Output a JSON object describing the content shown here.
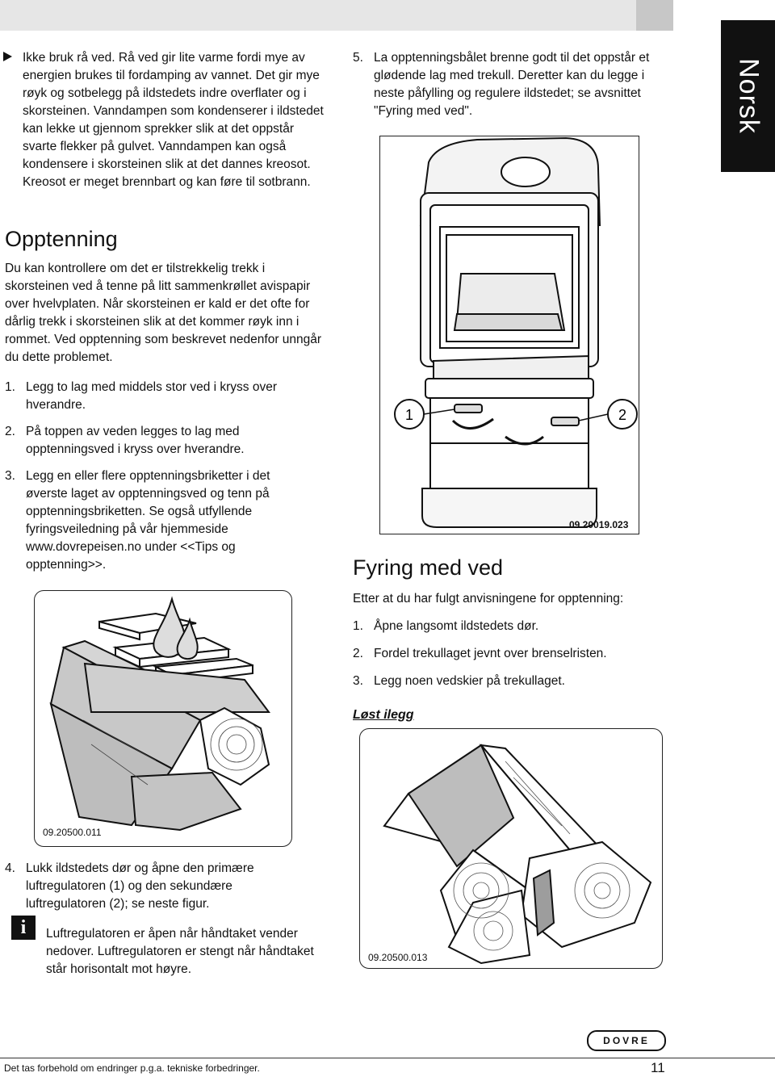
{
  "side_tab": "Norsk",
  "intro_paragraph": "Ikke bruk rå ved. Rå ved gir lite varme fordi mye av energien brukes til fordamping av vannet. Det gir mye røyk og sotbelegg på ildstedets indre overflater og i skorsteinen. Vanndampen som kondenserer i ildstedet kan lekke ut gjennom sprekker slik at det oppstår svarte flekker på gulvet. Vanndampen kan også kondensere i skorsteinen slik at det dannes kreosot. Kreosot er meget brennbart og kan føre til sotbrann.",
  "opptenning": {
    "heading": "Opptenning",
    "paragraph": "Du kan kontrollere om det er tilstrekkelig trekk i skorsteinen ved å tenne på litt sammenkrøllet avispapir over hvelvplaten. Når skorsteinen er kald er det ofte for dårlig trekk i skorsteinen slik at det kommer røyk inn i rommet. Ved opptenning som beskrevet nedenfor unngår du dette problemet.",
    "steps": [
      {
        "num": "1.",
        "text": "Legg to lag med middels stor ved i kryss over hverandre."
      },
      {
        "num": "2.",
        "text": "På toppen av veden legges to lag med opptenningsved i kryss over hverandre."
      },
      {
        "num": "3.",
        "text": "Legg en eller flere opptenningsbriketter i det øverste laget av opptenningsved og tenn på opptenningsbriketten. Se også utfyllende fyringsveiledning på vår hjemmeside www.dovrepeisen.no under <<Tips og opptenning>>."
      }
    ],
    "figure_caption": "09.20500.011",
    "step4": {
      "num": "4.",
      "text": "Lukk ildstedets dør og åpne den primære luftregulatoren (1) og den sekundære luftregulatoren (2); se neste figur."
    },
    "info_icon": "info-icon",
    "info_text": "Luftregulatoren er åpen når håndtaket vender nedover. Luftregulatoren er stengt når håndtaket står horisontalt mot høyre."
  },
  "step5": {
    "num": "5.",
    "text": "La opptenningsbålet brenne godt til det oppstår et glødende lag med trekull. Deretter kan du legge i neste påfylling og regulere ildstedet; se avsnittet \"Fyring med ved\"."
  },
  "stove_figure": {
    "caption": "09.20019.023",
    "label_1": "1",
    "label_2": "2"
  },
  "fyring": {
    "heading": "Fyring med ved",
    "intro": "Etter at du har fulgt anvisningene for opptenning:",
    "steps": [
      {
        "num": "1.",
        "text": "Åpne langsomt ildstedets dør."
      },
      {
        "num": "2.",
        "text": "Fordel trekullaget jevnt over brenselristen."
      },
      {
        "num": "3.",
        "text": "Legg noen vedskier på trekullaget."
      }
    ],
    "subheading": "Løst ilegg",
    "figure_caption": "09.20500.013"
  },
  "footer": {
    "disclaimer": "Det tas forbehold om endringer p.g.a. tekniske forbedringer.",
    "page_number": "11",
    "logo_text": "DOVRE"
  }
}
